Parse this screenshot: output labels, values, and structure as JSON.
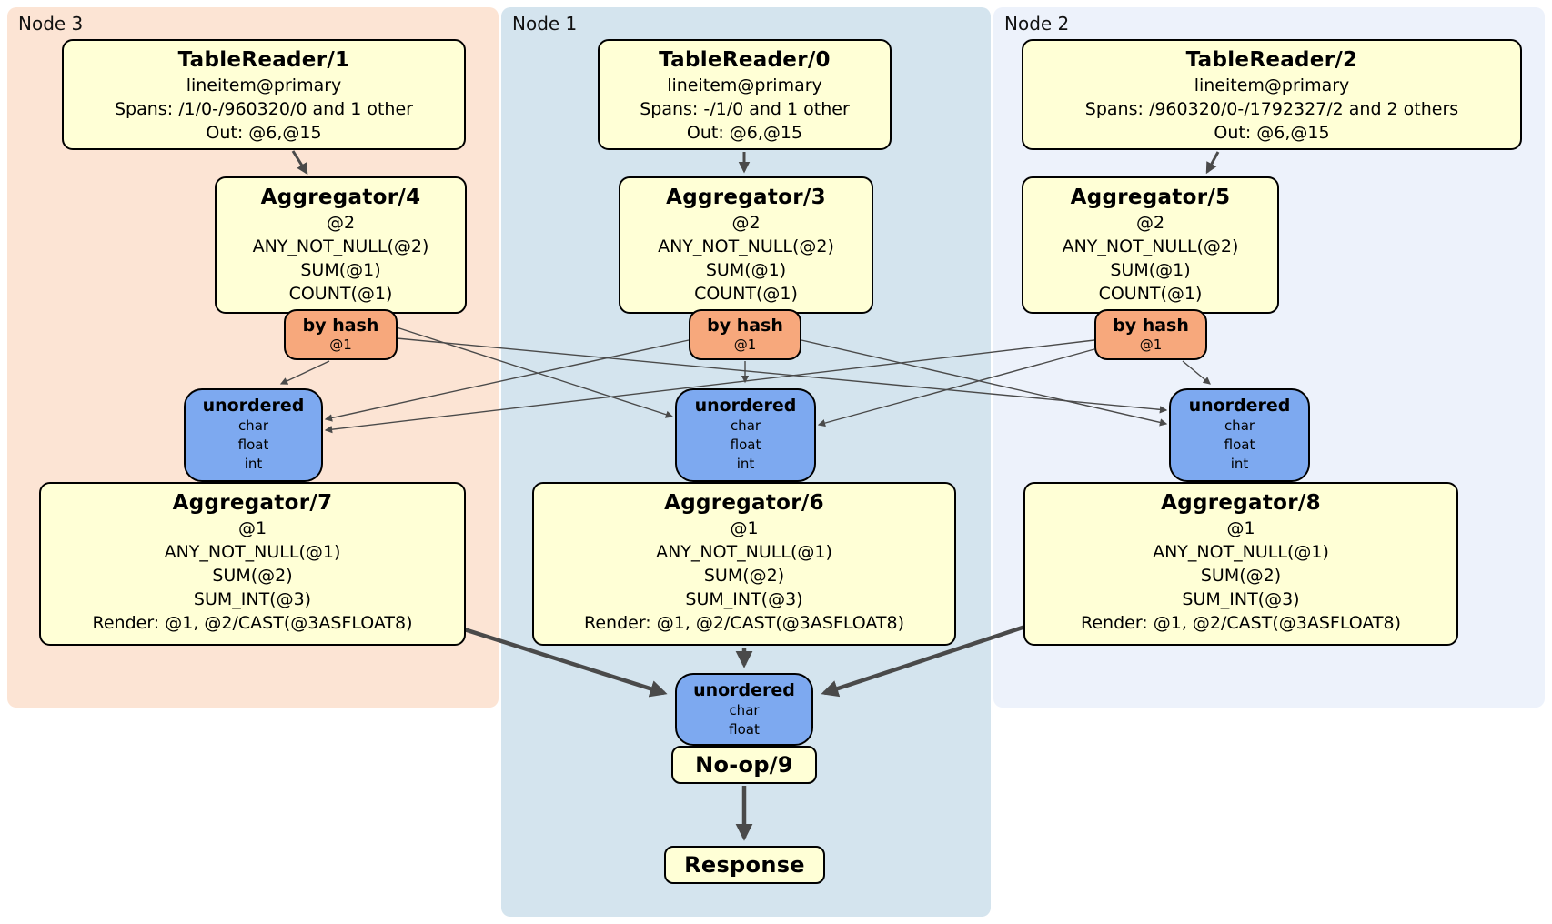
{
  "colors": {
    "node3_fill": "#fce4d4",
    "node1_fill": "#d4e4ee",
    "node2_fill": "#edf2fb",
    "processor_fill": "#ffffd6",
    "router_fill": "#f7a87c",
    "sync_fill": "#7da9f0",
    "edge": "#4a4a4a"
  },
  "panels": [
    {
      "label": "Node 3"
    },
    {
      "label": "Node 1"
    },
    {
      "label": "Node 2"
    }
  ],
  "table_readers": [
    {
      "title": "TableReader/1",
      "lines": [
        "lineitem@primary",
        "Spans: /1/0-/960320/0 and 1 other",
        "Out: @6,@15"
      ]
    },
    {
      "title": "TableReader/0",
      "lines": [
        "lineitem@primary",
        "Spans: -/1/0 and 1 other",
        "Out: @6,@15"
      ]
    },
    {
      "title": "TableReader/2",
      "lines": [
        "lineitem@primary",
        "Spans: /960320/0-/1792327/2 and 2 others",
        "Out: @6,@15"
      ]
    }
  ],
  "first_stage_aggregators": [
    {
      "title": "Aggregator/4",
      "lines": [
        "@2",
        "ANY_NOT_NULL(@2)",
        "SUM(@1)",
        "COUNT(@1)"
      ]
    },
    {
      "title": "Aggregator/3",
      "lines": [
        "@2",
        "ANY_NOT_NULL(@2)",
        "SUM(@1)",
        "COUNT(@1)"
      ]
    },
    {
      "title": "Aggregator/5",
      "lines": [
        "@2",
        "ANY_NOT_NULL(@2)",
        "SUM(@1)",
        "COUNT(@1)"
      ]
    }
  ],
  "hash_routers": [
    {
      "title": "by hash",
      "key": "@1"
    },
    {
      "title": "by hash",
      "key": "@1"
    },
    {
      "title": "by hash",
      "key": "@1"
    }
  ],
  "unordered_syncs": [
    {
      "title": "unordered",
      "columns": [
        "char",
        "float",
        "int"
      ]
    },
    {
      "title": "unordered",
      "columns": [
        "char",
        "float",
        "int"
      ]
    },
    {
      "title": "unordered",
      "columns": [
        "char",
        "float",
        "int"
      ]
    }
  ],
  "second_stage_aggregators": [
    {
      "title": "Aggregator/7",
      "lines": [
        "@1",
        "ANY_NOT_NULL(@1)",
        "SUM(@2)",
        "SUM_INT(@3)",
        "Render: @1, @2/CAST(@3ASFLOAT8)"
      ]
    },
    {
      "title": "Aggregator/6",
      "lines": [
        "@1",
        "ANY_NOT_NULL(@1)",
        "SUM(@2)",
        "SUM_INT(@3)",
        "Render: @1, @2/CAST(@3ASFLOAT8)"
      ]
    },
    {
      "title": "Aggregator/8",
      "lines": [
        "@1",
        "ANY_NOT_NULL(@1)",
        "SUM(@2)",
        "SUM_INT(@3)",
        "Render: @1, @2/CAST(@3ASFLOAT8)"
      ]
    }
  ],
  "final_sync": {
    "title": "unordered",
    "columns": [
      "char",
      "float"
    ]
  },
  "noop": {
    "title": "No-op/9"
  },
  "response": {
    "title": "Response"
  }
}
